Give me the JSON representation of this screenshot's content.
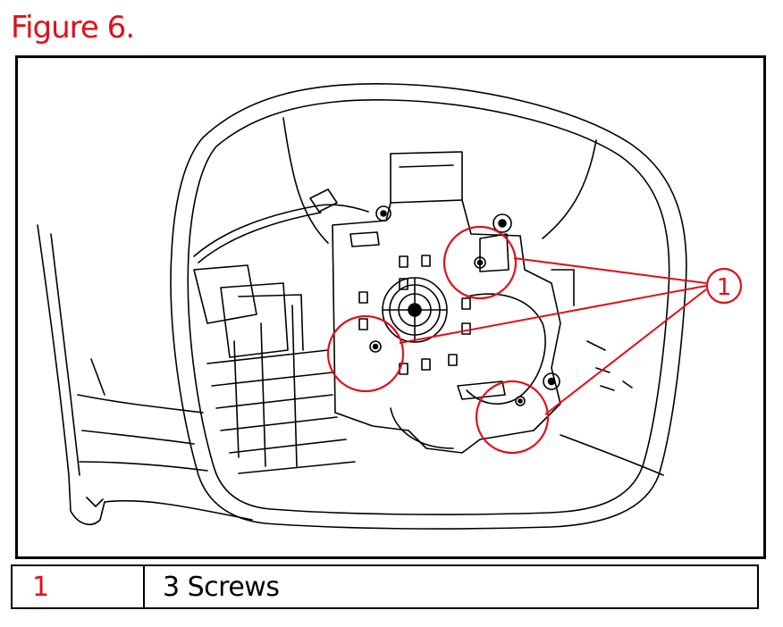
{
  "figure": {
    "title": "Figure 6."
  },
  "callout": {
    "number": "1"
  },
  "legend": {
    "rows": [
      {
        "number": "1",
        "description": "3 Screws"
      }
    ]
  },
  "colors": {
    "accent": "#e0101a",
    "line": "#000000"
  }
}
